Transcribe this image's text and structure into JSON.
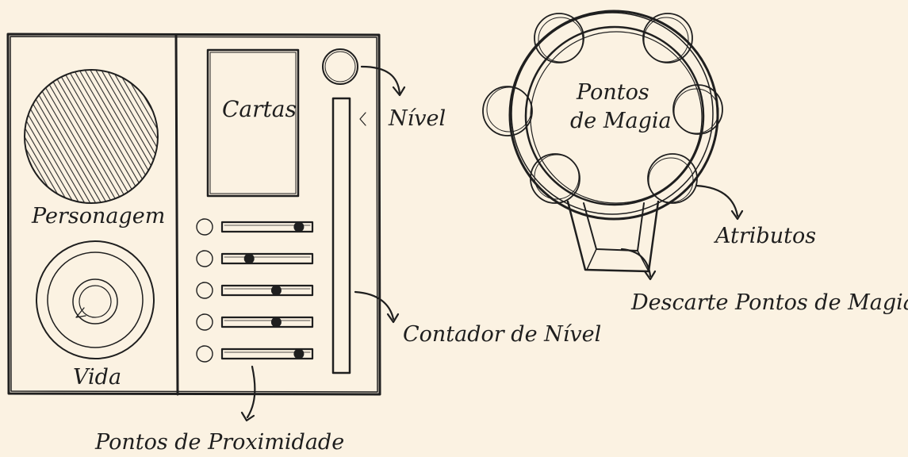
{
  "labels": {
    "cartas": "Cartas",
    "nivel": "Nível",
    "personagem": "Personagem",
    "vida": "Vida",
    "contador_de_nivel": "Contador de Nível",
    "pontos_de_proximidade": "Pontos de Proximidade",
    "pontos_de_magia_line1": "Pontos",
    "pontos_de_magia_line2": "de Magia",
    "atributos": "Atributos",
    "descarte_pontos_de_magia": "Descarte Pontos de Magia"
  },
  "proximity_tracks": [
    {
      "marker_position": 0.85
    },
    {
      "marker_position": 0.3
    },
    {
      "marker_position": 0.6
    },
    {
      "marker_position": 0.6
    },
    {
      "marker_position": 0.85
    }
  ],
  "colors": {
    "background": "#fbf2e2",
    "ink": "#1f1f1f"
  }
}
